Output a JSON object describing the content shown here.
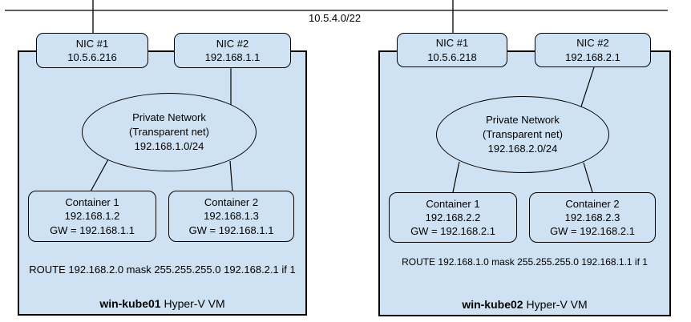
{
  "diagram": {
    "backbone_label": "10.5.4.0/22"
  },
  "colors": {
    "box_fill": "#cfe2f3",
    "border": "#000000",
    "background": "#ffffff"
  },
  "vms": [
    {
      "hostname": "win-kube01",
      "platform_label": " Hyper-V VM",
      "nics": [
        {
          "name": "NIC #1",
          "ip": "10.5.6.216"
        },
        {
          "name": "NIC #2",
          "ip": "192.168.1.1"
        }
      ],
      "private_network": {
        "title": "Private Network",
        "subtitle": "(Transparent net)",
        "cidr": "192.168.1.0/24"
      },
      "containers": [
        {
          "name": "Container 1",
          "ip": "192.168.1.2",
          "gateway": "GW = 192.168.1.1"
        },
        {
          "name": "Container 2",
          "ip": "192.168.1.3",
          "gateway": "GW = 192.168.1.1"
        }
      ],
      "route": "ROUTE 192.168.2.0 mask 255.255.255.0 192.168.2.1 if 1"
    },
    {
      "hostname": "win-kube02",
      "platform_label": " Hyper-V VM",
      "nics": [
        {
          "name": "NIC #1",
          "ip": "10.5.6.218"
        },
        {
          "name": "NIC #2",
          "ip": "192.168.2.1"
        }
      ],
      "private_network": {
        "title": "Private Network",
        "subtitle": "(Transparent net)",
        "cidr": "192.168.2.0/24"
      },
      "containers": [
        {
          "name": "Container 1",
          "ip": "192.168.2.2",
          "gateway": "GW = 192.168.2.1"
        },
        {
          "name": "Container 2",
          "ip": "192.168.2.3",
          "gateway": "GW = 192.168.2.1"
        }
      ],
      "route": "ROUTE 192.168.1.0 mask 255.255.255.0 192.168.1.1 if 1"
    }
  ]
}
